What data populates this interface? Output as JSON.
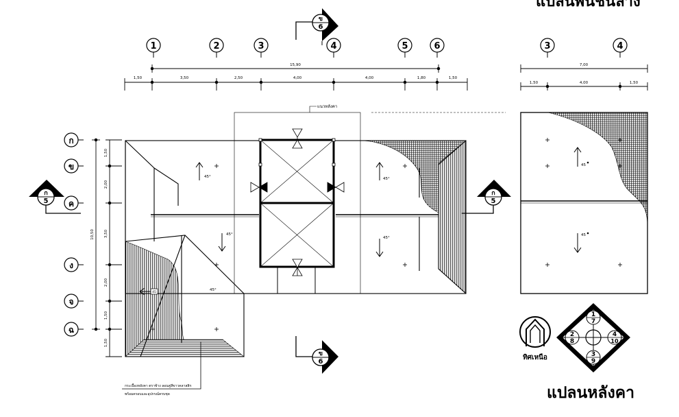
{
  "titles": {
    "top_right": "แปลนพื้นชั้นล่าง",
    "bottom_right": "แปลนหลังคา",
    "north_label": "ทิศเหนือ"
  },
  "grid_numbers": [
    "1",
    "2",
    "3",
    "4",
    "5",
    "6"
  ],
  "grid_letters": [
    "ก",
    "ข",
    "ค",
    "ง",
    "จ",
    "ฉ"
  ],
  "side_grid_numbers": [
    "3",
    "4"
  ],
  "dims": {
    "top_total": "15,90",
    "top_parts": [
      "1,50",
      "3,50",
      "2,50",
      "4,00",
      "4,00",
      "1,80",
      "1,50"
    ],
    "side_total": "7,00",
    "side_parts": [
      "1,50",
      "4,00",
      "1,50"
    ],
    "left_total": "10,50",
    "left_parts": [
      "1,50",
      "2,00",
      "3,50",
      "2,00",
      "1,50",
      "1,50"
    ]
  },
  "section_markers": {
    "top": {
      "letter": "ข",
      "sheet": "6"
    },
    "bottom": {
      "letter": "ข",
      "sheet": "6"
    },
    "left": {
      "letter": "ก",
      "sheet": "5"
    },
    "right": {
      "letter": "ก",
      "sheet": "5"
    }
  },
  "annotations": {
    "eave_line": "แนวหลังคา",
    "roof_material_line1": "กระเบื้องหลังคา ตราช้าง ลอนคู่สีขาวคลาสสิก",
    "roof_material_line2": "พร้อมครอบและอุปกรณ์ครบชุด",
    "slope": "45°",
    "slope_side": "45",
    "tag": "45"
  },
  "key_plan": [
    "1",
    "7",
    "2",
    "8",
    "4",
    "10",
    "3",
    "9"
  ]
}
